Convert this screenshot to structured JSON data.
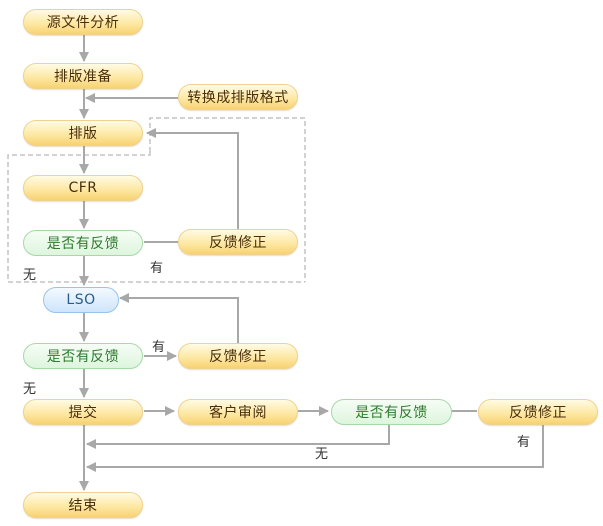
{
  "nodes": {
    "source_analysis": "源文件分析",
    "typeset_prep": "排版准备",
    "convert_format": "转换成排版格式",
    "typeset": "排版",
    "cfr": "CFR",
    "feedback_q1": "是否有反馈",
    "fix1": "反馈修正",
    "lso": "LSO",
    "feedback_q2": "是否有反馈",
    "fix2": "反馈修正",
    "submit": "提交",
    "client_review": "客户审阅",
    "feedback_q3": "是否有反馈",
    "fix3": "反馈修正",
    "end": "结束"
  },
  "edge_labels": {
    "yes1": "有",
    "no1": "无",
    "yes2": "有",
    "no2": "无",
    "no3": "无",
    "yes3": "有"
  },
  "colors": {
    "arrow": "#a8a8a8",
    "dashed_box": "#c4c4c4"
  }
}
